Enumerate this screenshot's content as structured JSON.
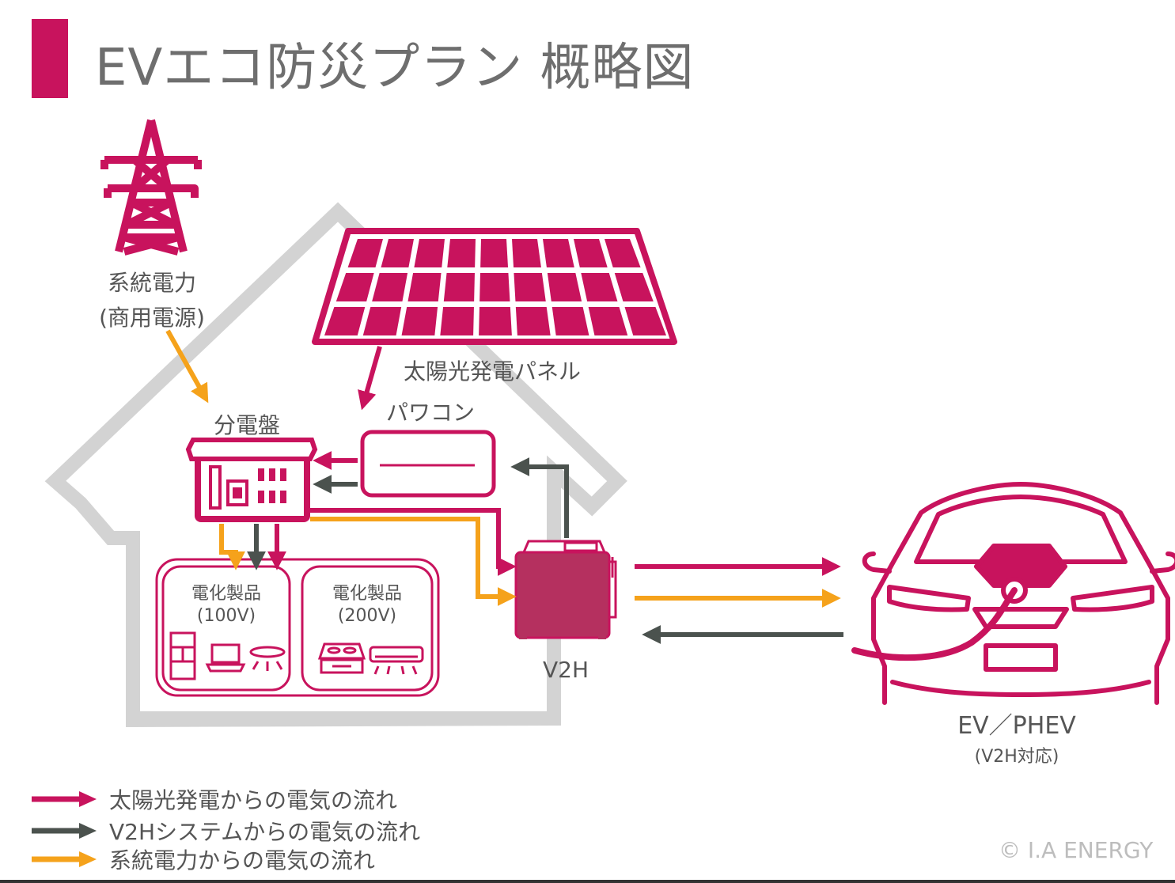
{
  "title": "EVエコ防災プラン 概略図",
  "colors": {
    "accent": "#c8135d",
    "solar_flow": "#c8135d",
    "v2h_flow": "#4b524e",
    "grid_flow": "#f5a21b",
    "house": "#d3d3d3"
  },
  "labels": {
    "grid_power_line1": "系統電力",
    "grid_power_line2": "(商用電源)",
    "solar_panel": "太陽光発電パネル",
    "power_conditioner": "パワコン",
    "distribution_board": "分電盤",
    "appliances_100_title": "電化製品",
    "appliances_100_sub": "(100V)",
    "appliances_200_title": "電化製品",
    "appliances_200_sub": "(200V)",
    "v2h": "V2H",
    "ev_line1": "EV／PHEV",
    "ev_line2": "(V2H対応)"
  },
  "legend": [
    {
      "label": "太陽光発電からの電気の流れ",
      "color": "#c8135d"
    },
    {
      "label": "V2Hシステムからの電気の流れ",
      "color": "#4b524e"
    },
    {
      "label": "系統電力からの電気の流れ",
      "color": "#f5a21b"
    }
  ],
  "icons": [
    "power-tower-icon",
    "solar-panel-icon",
    "house-icon",
    "distribution-board-icon",
    "power-conditioner-icon",
    "v2h-charger-icon",
    "ev-car-icon",
    "refrigerator-icon",
    "laptop-icon",
    "ceiling-light-icon",
    "ih-cooktop-icon",
    "air-conditioner-icon"
  ],
  "copyright": "© I.A ENERGY"
}
